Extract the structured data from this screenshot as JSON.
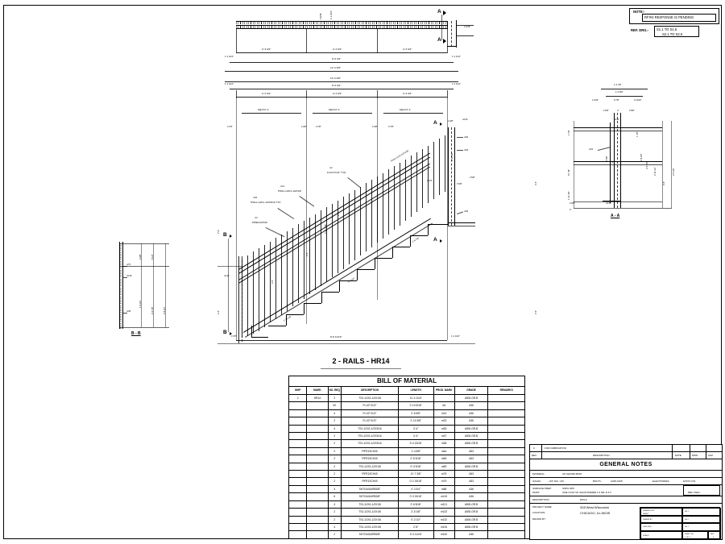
{
  "sheet": {
    "main_view_title": "2 - RAILS - HR14",
    "section_aa_label": "A - A",
    "section_bb_label": "B - B",
    "section_marks": [
      "A",
      "A",
      "B",
      "B"
    ]
  },
  "note_block": {
    "note_label": "NOTE:-",
    "note_text": "RFI#4 RESPONSE IS PENDING",
    "ref_label": "REF. DRG.-",
    "ref_line1": "S1.1 TO S1.6",
    "ref_line2": "S2.1 TO S2.5"
  },
  "bom": {
    "title": "BILL OF MATERIAL",
    "headers": [
      "SHIP",
      "MARK",
      "NO. REQ",
      "DESCRIPTION",
      "LENGTH",
      "PROD. MARK",
      "GRADE",
      "REMARKS"
    ],
    "rows": [
      {
        "ship": "2",
        "mark": "HR14",
        "no": "2",
        "desc": "TS1-1/2X1-1/2X1/8",
        "length": "11'-4 1/16\"",
        "pm": "",
        "grade": "A500-GR.B",
        "remarks": ""
      },
      {
        "ship": "",
        "mark": "",
        "no": "52",
        "desc": "FL1/2\"X1/2\"",
        "length": "2'-10 5/16\"",
        "pm": "m2",
        "grade": "A36",
        "remarks": ""
      },
      {
        "ship": "",
        "mark": "",
        "no": "4",
        "desc": "FL1/2\"X1/2\"",
        "length": "2'-6 5/8\"",
        "pm": "m13",
        "grade": "A36",
        "remarks": ""
      },
      {
        "ship": "",
        "mark": "",
        "no": "2",
        "desc": "FL1/2\"X1/2\"",
        "length": "2'-10 3/8\"",
        "pm": "m23",
        "grade": "A36",
        "remarks": ""
      },
      {
        "ship": "",
        "mark": "",
        "no": "4",
        "desc": "TS1-1/2X1-1/2X3/16",
        "length": "3'-4\"",
        "pm": "m35",
        "grade": "A500-GR.B",
        "remarks": ""
      },
      {
        "ship": "",
        "mark": "",
        "no": "2",
        "desc": "TS1-1/2X1-1/2X3/16",
        "length": "3'-4\"",
        "pm": "m37",
        "grade": "A500-GR.B",
        "remarks": ""
      },
      {
        "ship": "",
        "mark": "",
        "no": "2",
        "desc": "TS1-1/2X1-1/2X3/16",
        "length": "3'-4 13/16\"",
        "pm": "m38",
        "grade": "A500-GR.B",
        "remarks": ""
      },
      {
        "ship": "",
        "mark": "",
        "no": "2",
        "desc": "PIPE1SCH40",
        "length": "1'-4 5/8\"",
        "pm": "m4a",
        "grade": "A53",
        "remarks": ""
      },
      {
        "ship": "",
        "mark": "",
        "no": "2",
        "desc": "PIPE1SCH40",
        "length": "0'-6 5/16\"",
        "pm": "m65",
        "grade": "A53",
        "remarks": ""
      },
      {
        "ship": "",
        "mark": "",
        "no": "2",
        "desc": "TS1-1/2X1-1/2X1/8",
        "length": "0'-3 9/16\"",
        "pm": "m69",
        "grade": "A500-GR.B",
        "remarks": ""
      },
      {
        "ship": "",
        "mark": "",
        "no": "2",
        "desc": "PIPE1SCH40",
        "length": "11'-7 3/8\"",
        "pm": "m75",
        "grade": "A53",
        "remarks": ""
      },
      {
        "ship": "",
        "mark": "",
        "no": "2",
        "desc": "PIPE1SCH40",
        "length": "0'-2 15/16\"",
        "pm": "m75",
        "grade": "A53",
        "remarks": ""
      },
      {
        "ship": "",
        "mark": "",
        "no": "4",
        "desc": "SHTGAGA/RB3/8\"",
        "length": "0'-3 3/4\"",
        "pm": "m88",
        "grade": "A36",
        "remarks": ""
      },
      {
        "ship": "",
        "mark": "",
        "no": "6",
        "desc": "SHTGAGA/RB3/8\"",
        "length": "0'-3 15/16\"",
        "pm": "m115",
        "grade": "A36",
        "remarks": ""
      },
      {
        "ship": "",
        "mark": "",
        "no": "4",
        "desc": "TS1-1/2X1-1/2X1/8",
        "length": "2'-6 5/16\"",
        "pm": "m121",
        "grade": "A500-GR.B",
        "remarks": ""
      },
      {
        "ship": "",
        "mark": "",
        "no": "2",
        "desc": "TS1-1/2X1-1/2X1/8",
        "length": "2'-5 1/8\"",
        "pm": "m132",
        "grade": "A500-GR.B",
        "remarks": ""
      },
      {
        "ship": "",
        "mark": "",
        "no": "2",
        "desc": "TS1-1/2X1-1/2X1/8",
        "length": "0'-3 1/2\"",
        "pm": "m132",
        "grade": "A500-GR.B",
        "remarks": ""
      },
      {
        "ship": "",
        "mark": "",
        "no": "4",
        "desc": "TS1-1/2X1-1/2X1/8",
        "length": "2'-8\"",
        "pm": "m134",
        "grade": "A500-GR.B",
        "remarks": ""
      },
      {
        "ship": "",
        "mark": "",
        "no": "2",
        "desc": "SHTGAGA/RB3/8\"",
        "length": "0'-3 11/16\"",
        "pm": "m140",
        "grade": "A36",
        "remarks": ""
      }
    ]
  },
  "general_notes": {
    "rev_row": {
      "rev": "0",
      "description": "FOR FABRICATION",
      "date": "",
      "dwn": "",
      "chk": ""
    },
    "rev_headers": [
      "REV",
      "DESCRIPTION",
      "DATE",
      "DWN",
      "CHK"
    ],
    "title": "GENERAL NOTES",
    "material_label": "MATERIAL:",
    "material_value": "AS SHOWN BOM",
    "holes_label": "HOLES",
    "holes_value": "- 3/4\" DIA. U/N",
    "bolts_label": "BOLTS:",
    "bolts_value": "A325 A325",
    "electrodes_label": "ELECTRODES:",
    "electrodes_value": "E70XX U/N",
    "surface_prep_label": "SURFACE PREP:",
    "surface_prep_value": "SSPC-SP6",
    "paint_label": "PAINT:",
    "paint_value": "ONE COAT OF SHOP PRIMER 1.5 MIL D.F.T.",
    "ref_dwg_label": "REF. DWG:",
    "description_label": "DESCRIPTION:",
    "description_value": "RAILS",
    "project_name_label": "PROJECT NAME:",
    "project_name_value": "328 West Wisconsin",
    "location_label": "LOCATION:",
    "location_value": "CHICAGO, ILLINOIS",
    "drawn_by_label": "DRAWN BY:",
    "drawn_by_value": "",
    "stamp_fields": [
      {
        "label": "DRAWING NO.",
        "value": "SH 1"
      },
      {
        "label": "SHEET",
        "value": ""
      },
      {
        "label": "DRAWN BY",
        "value": "SH 2"
      },
      {
        "label": "CHECKED",
        "value": "SH 1"
      },
      {
        "label": "SCALE",
        "value": "SHEET No."
      },
      {
        "label": "DWG No.",
        "value": "1 OF 1"
      },
      {
        "label": "REV",
        "value": "0"
      }
    ]
  },
  "annotations": {
    "main_view": [
      "HSS1-1/2X1-1/2X3/16 TYP.",
      "PIPE1SCH40",
      "FL1/2\"X1/2\" TYP.",
      "HSS1-1/2X1-1/2X1/8",
      "m2",
      "m3",
      "m13",
      "m23",
      "m35",
      "m37",
      "m38",
      "m40",
      "m60",
      "m65",
      "m66",
      "m69",
      "m75",
      "m88",
      "m115",
      "m121",
      "m132",
      "m134",
      "m140"
    ],
    "dimensions_plan": [
      "2'-3 3/4\"",
      "2'-3 3/4\"",
      "2'-3 3/4\"",
      "9'-6 3/4\"",
      "12'-4 3/8\"",
      "4 9/16\"",
      "1'-1 1/16\"",
      "1'-1 1/16\""
    ],
    "dimensions_elev": [
      "6@4=2'-4",
      "6@4=2'-4",
      "6@4=2'-4",
      "3 7/8\"",
      "4 3/8\"",
      "3 7/8\"",
      "4 3/8\"",
      "3 7/8\"",
      "8'-8 11/16\"",
      "2'-10 5/8\"",
      "3'-0 5/8\"",
      "2'-6 7/8\"",
      "2'-4\"",
      "2'-11 1/16\"",
      "3'-5\"",
      "2'-9\"",
      "HSS1-1/2X1-1/2X3/16",
      "2 3/4\"",
      "3 5/8\"",
      "2 5/8\""
    ],
    "dimensions_aa": [
      "1'-4 7/8\"",
      "1'-4 5/8\"",
      "4 3/16\"",
      "6 7/8\"",
      "2 13/16\"",
      "2 5/8\"",
      "4\"",
      "3 5/8\"",
      "1 7/8\"",
      "1 7/8\"",
      "10 7/8\"",
      "1'-11 1/8\"",
      "2'-8 1/8\"",
      "2'-6 7/8\"",
      "2'-9 1/8\"",
      "2'-11 1/2\"",
      "3'-6\"",
      "4 5/8\"",
      "2\"",
      "m134",
      "m64",
      "m134"
    ],
    "dimensions_bb": [
      "m75",
      "m118",
      "m38",
      "3 3/8\"",
      "6 1/2\"",
      "1'-9 1/2\"",
      "2'-4 7/8\"",
      "2'-6 1/2\""
    ]
  }
}
